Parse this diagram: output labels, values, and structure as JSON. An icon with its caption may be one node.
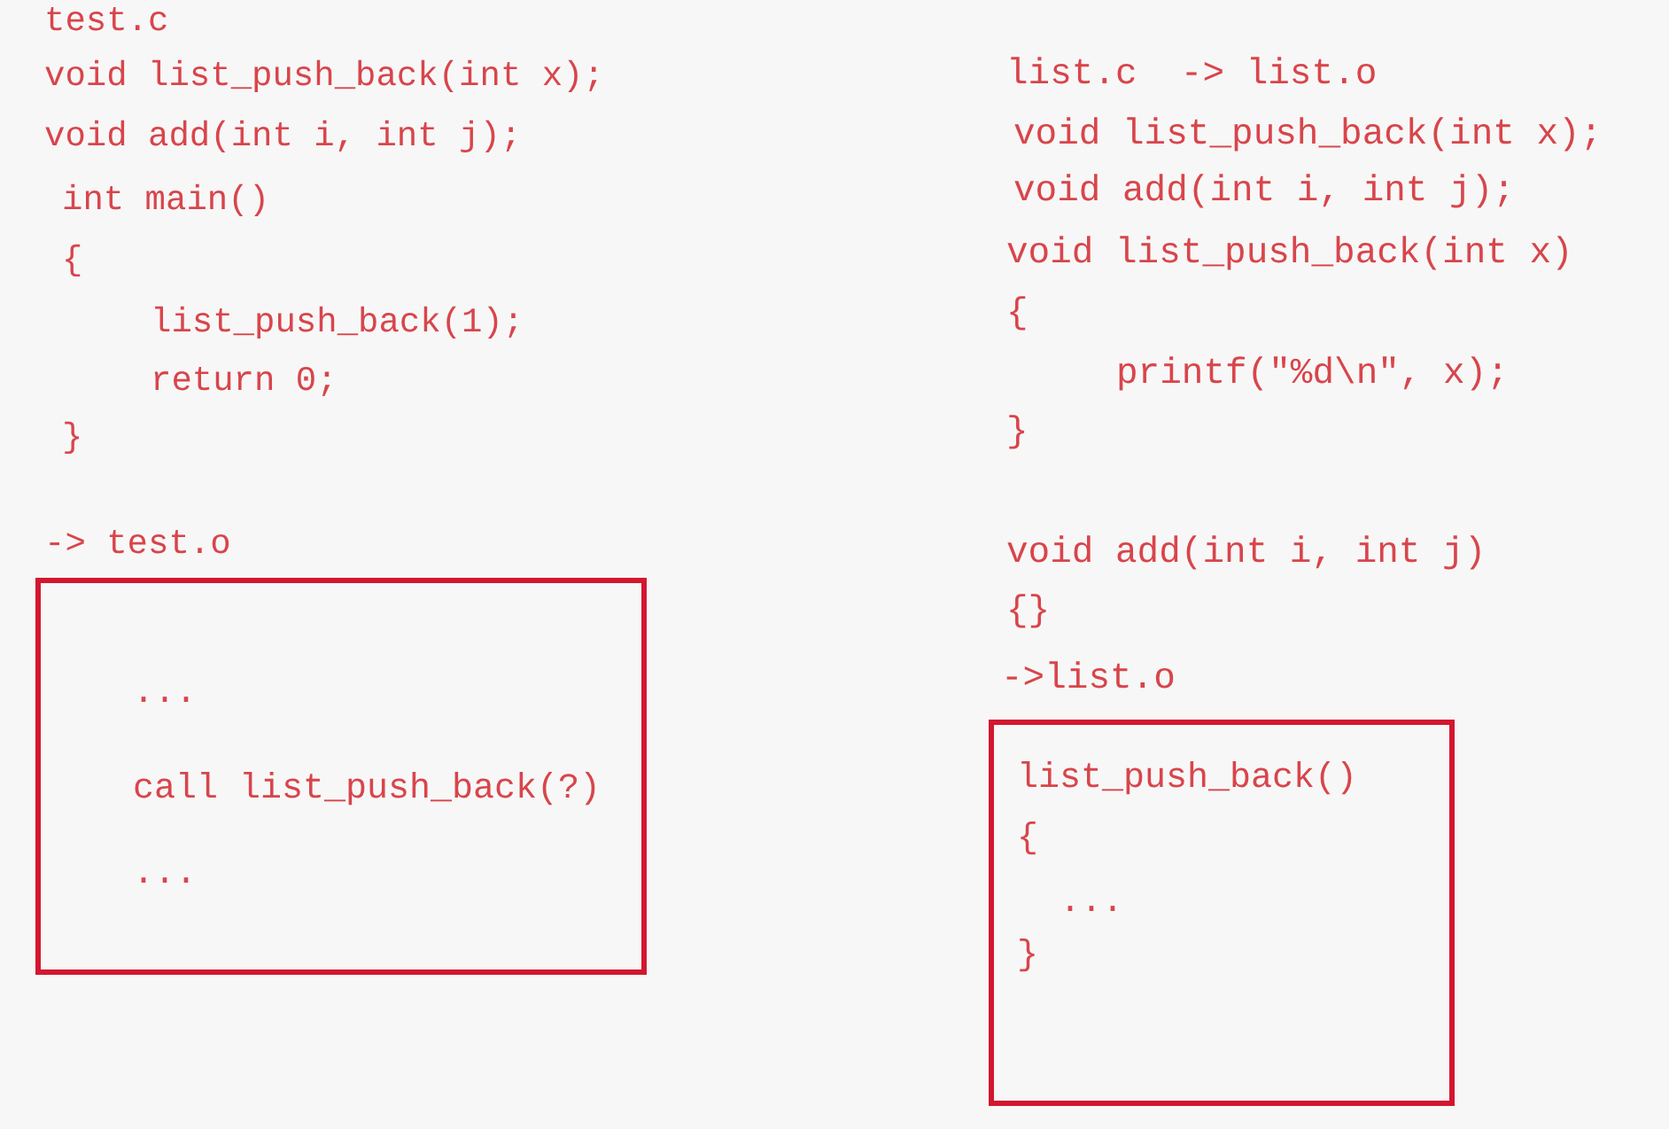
{
  "diagram": {
    "nodes": [
      {
        "text": [
          "...",
          "call list_push_back(?)",
          "..."
        ]
      },
      {
        "text": [
          "list_push_back()",
          "{",
          "...",
          "}"
        ]
      }
    ],
    "labels": [
      "test.c",
      "void list_push_back(int x);",
      "void add(int i, int j);",
      "int main()",
      "{",
      "list_push_back(1);",
      "return 0;",
      "}",
      "-> test.o",
      "list.c  -> list.o",
      "void list_push_back(int x);",
      "void add(int i, int j);",
      "void list_push_back(int x)",
      "{",
      "printf(\"%d\\n\", x);",
      "}",
      "void add(int i, int j)",
      "{}",
      "->list.o"
    ]
  }
}
